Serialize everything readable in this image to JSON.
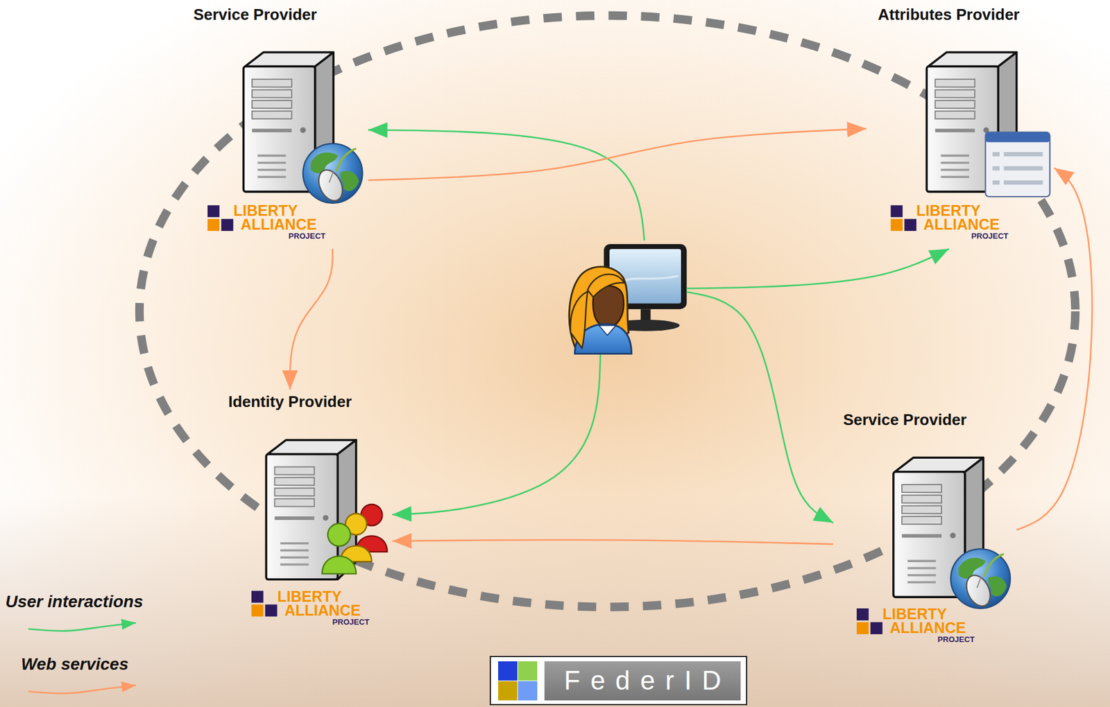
{
  "diagram": {
    "nodes": [
      {
        "text": [
          "Service Provider",
          "LIBERTY",
          "ALLIANCE",
          "PROJECT"
        ]
      },
      {
        "text": [
          "Attributes Provider",
          "LIBERTY",
          "ALLIANCE",
          "PROJECT"
        ]
      },
      {
        "text": []
      },
      {
        "text": [
          "Identity Provider",
          "LIBERTY",
          "ALLIANCE",
          "PROJECT"
        ]
      },
      {
        "text": [
          "Service Provider",
          "LIBERTY",
          "ALLIANCE",
          "PROJECT"
        ]
      }
    ],
    "edges": [
      {
        "from": 2,
        "to": 0,
        "arrow": "to"
      },
      {
        "from": 2,
        "to": 1,
        "arrow": "to"
      },
      {
        "from": 2,
        "to": 3,
        "arrow": "to"
      },
      {
        "from": 2,
        "to": 4,
        "arrow": "to"
      },
      {
        "from": 0,
        "to": 1,
        "arrow": "to"
      },
      {
        "from": 0,
        "to": 3,
        "arrow": "to"
      },
      {
        "from": 4,
        "to": 3,
        "arrow": "to"
      },
      {
        "from": 4,
        "to": 1,
        "arrow": "to"
      }
    ],
    "labels": [
      "FederID"
    ],
    "legend": [
      {
        "text": "User interactions"
      },
      {
        "text": "Web services"
      }
    ]
  }
}
